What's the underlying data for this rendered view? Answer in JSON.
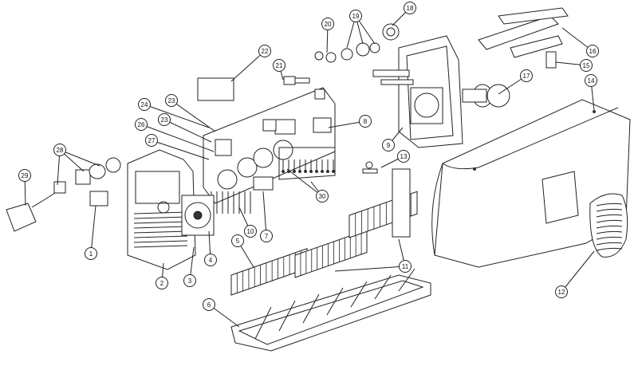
{
  "callouts": [
    {
      "id": "1",
      "label": "1"
    },
    {
      "id": "2",
      "label": "2"
    },
    {
      "id": "3",
      "label": "3"
    },
    {
      "id": "4",
      "label": "4"
    },
    {
      "id": "5",
      "label": "5"
    },
    {
      "id": "6",
      "label": "6"
    },
    {
      "id": "7",
      "label": "7"
    },
    {
      "id": "8",
      "label": "8"
    },
    {
      "id": "9",
      "label": "9"
    },
    {
      "id": "10",
      "label": "10"
    },
    {
      "id": "11",
      "label": "11"
    },
    {
      "id": "12",
      "label": "12"
    },
    {
      "id": "13",
      "label": "13"
    },
    {
      "id": "14",
      "label": "14"
    },
    {
      "id": "15",
      "label": "15"
    },
    {
      "id": "16",
      "label": "16"
    },
    {
      "id": "17",
      "label": "17"
    },
    {
      "id": "18",
      "label": "18"
    },
    {
      "id": "19",
      "label": "19"
    },
    {
      "id": "20",
      "label": "20"
    },
    {
      "id": "21",
      "label": "21"
    },
    {
      "id": "22",
      "label": "22"
    },
    {
      "id": "23a",
      "label": "23"
    },
    {
      "id": "23b",
      "label": "23"
    },
    {
      "id": "24",
      "label": "24"
    },
    {
      "id": "26",
      "label": "26"
    },
    {
      "id": "27",
      "label": "27"
    },
    {
      "id": "28",
      "label": "28"
    },
    {
      "id": "29",
      "label": "29"
    },
    {
      "id": "30",
      "label": "30"
    }
  ],
  "colors": {
    "line": "#222222",
    "background": "#ffffff"
  }
}
